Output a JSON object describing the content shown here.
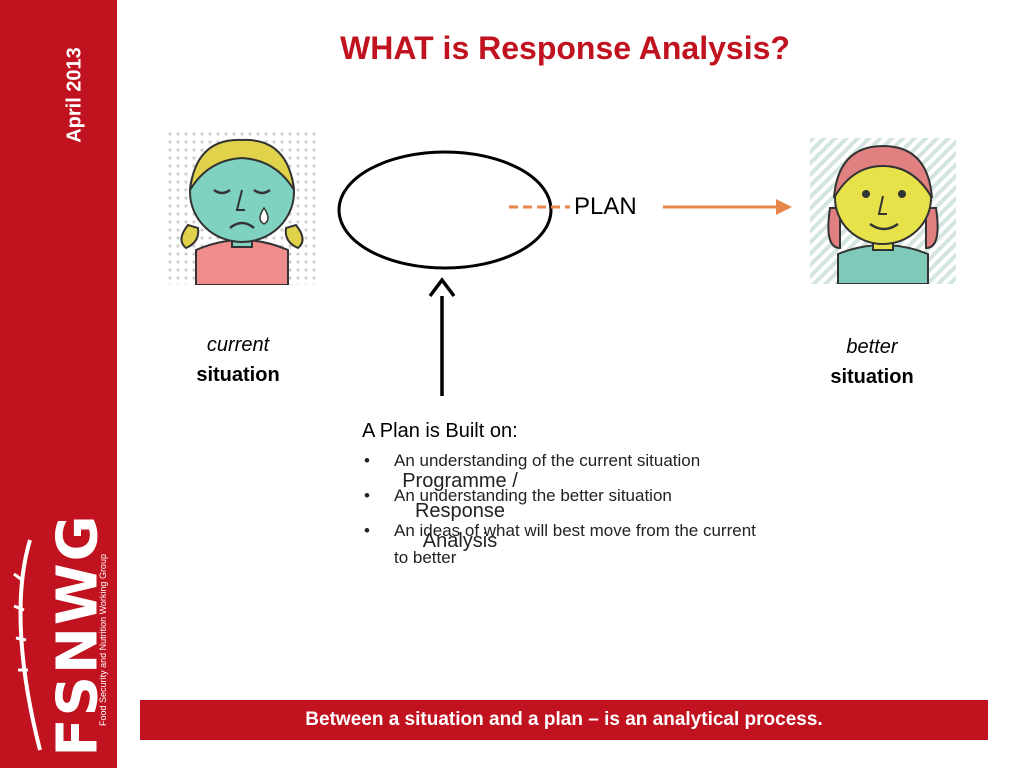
{
  "sidebar": {
    "date": "April 2013",
    "logo_text": "FSNWG",
    "logo_subtitle": "Food Security and Nutrition Working Group"
  },
  "slide": {
    "title": "WHAT is Response Analysis?",
    "left_caption": {
      "line1": "current",
      "line2": "situation"
    },
    "right_caption": {
      "line1": "better",
      "line2": "situation"
    },
    "plan_label": "PLAN",
    "ellipse_label": "Programme / Response Analysis",
    "built_on": {
      "heading": "A Plan is Built on:",
      "items": [
        "An understanding of the current situation",
        "An understanding the better situation",
        "An ideas of what will best move from the current to better"
      ]
    },
    "banner": "Between a situation and a plan – is an analytical process."
  },
  "colors": {
    "accent": "#c1121f",
    "arrow_orange": "#e8874a",
    "sad_face": "#7fd1c0",
    "happy_face": "#e8e24a"
  },
  "icons": {
    "left_face": "sad-girl-icon",
    "right_face": "happy-girl-icon"
  }
}
